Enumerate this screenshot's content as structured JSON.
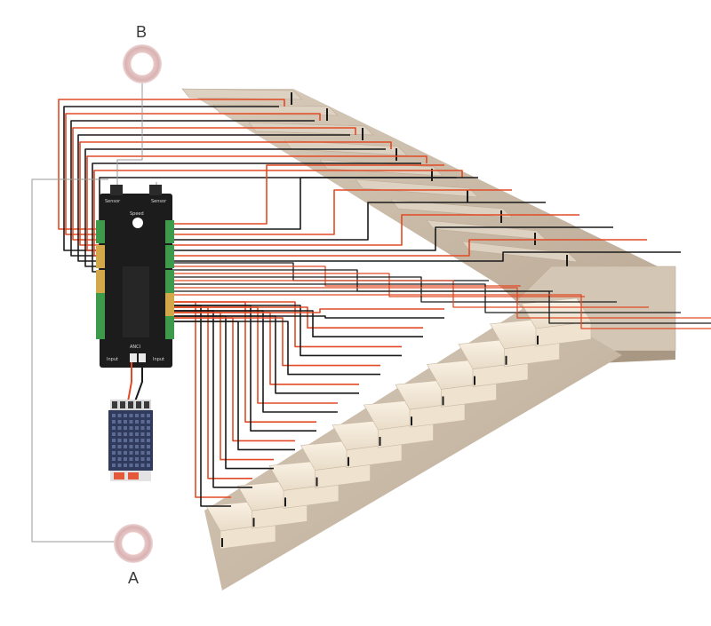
{
  "diagram": {
    "sensor_b_label": "B",
    "sensor_a_label": "A",
    "controller": {
      "top_label": "Sensor",
      "sensor_label_left": "Sensor",
      "sensor_label_right": "Sensor",
      "brand_label": "ANCI",
      "input_label_left": "Input",
      "input_label_right": "Input",
      "knob_label": "Speed"
    },
    "colors": {
      "red_wire": "#e24a25",
      "black_wire": "#1a1a1a",
      "sensor_wire": "#9a9a9a",
      "controller": "#1c1c1c",
      "terminal_green": "#3d9a4a",
      "stone": "#cdbfad",
      "step_glow": "#f3e7d6"
    },
    "icons": [
      "sensor-ring-icon",
      "power-supply-icon",
      "controller-icon",
      "led-strip-icon"
    ]
  }
}
